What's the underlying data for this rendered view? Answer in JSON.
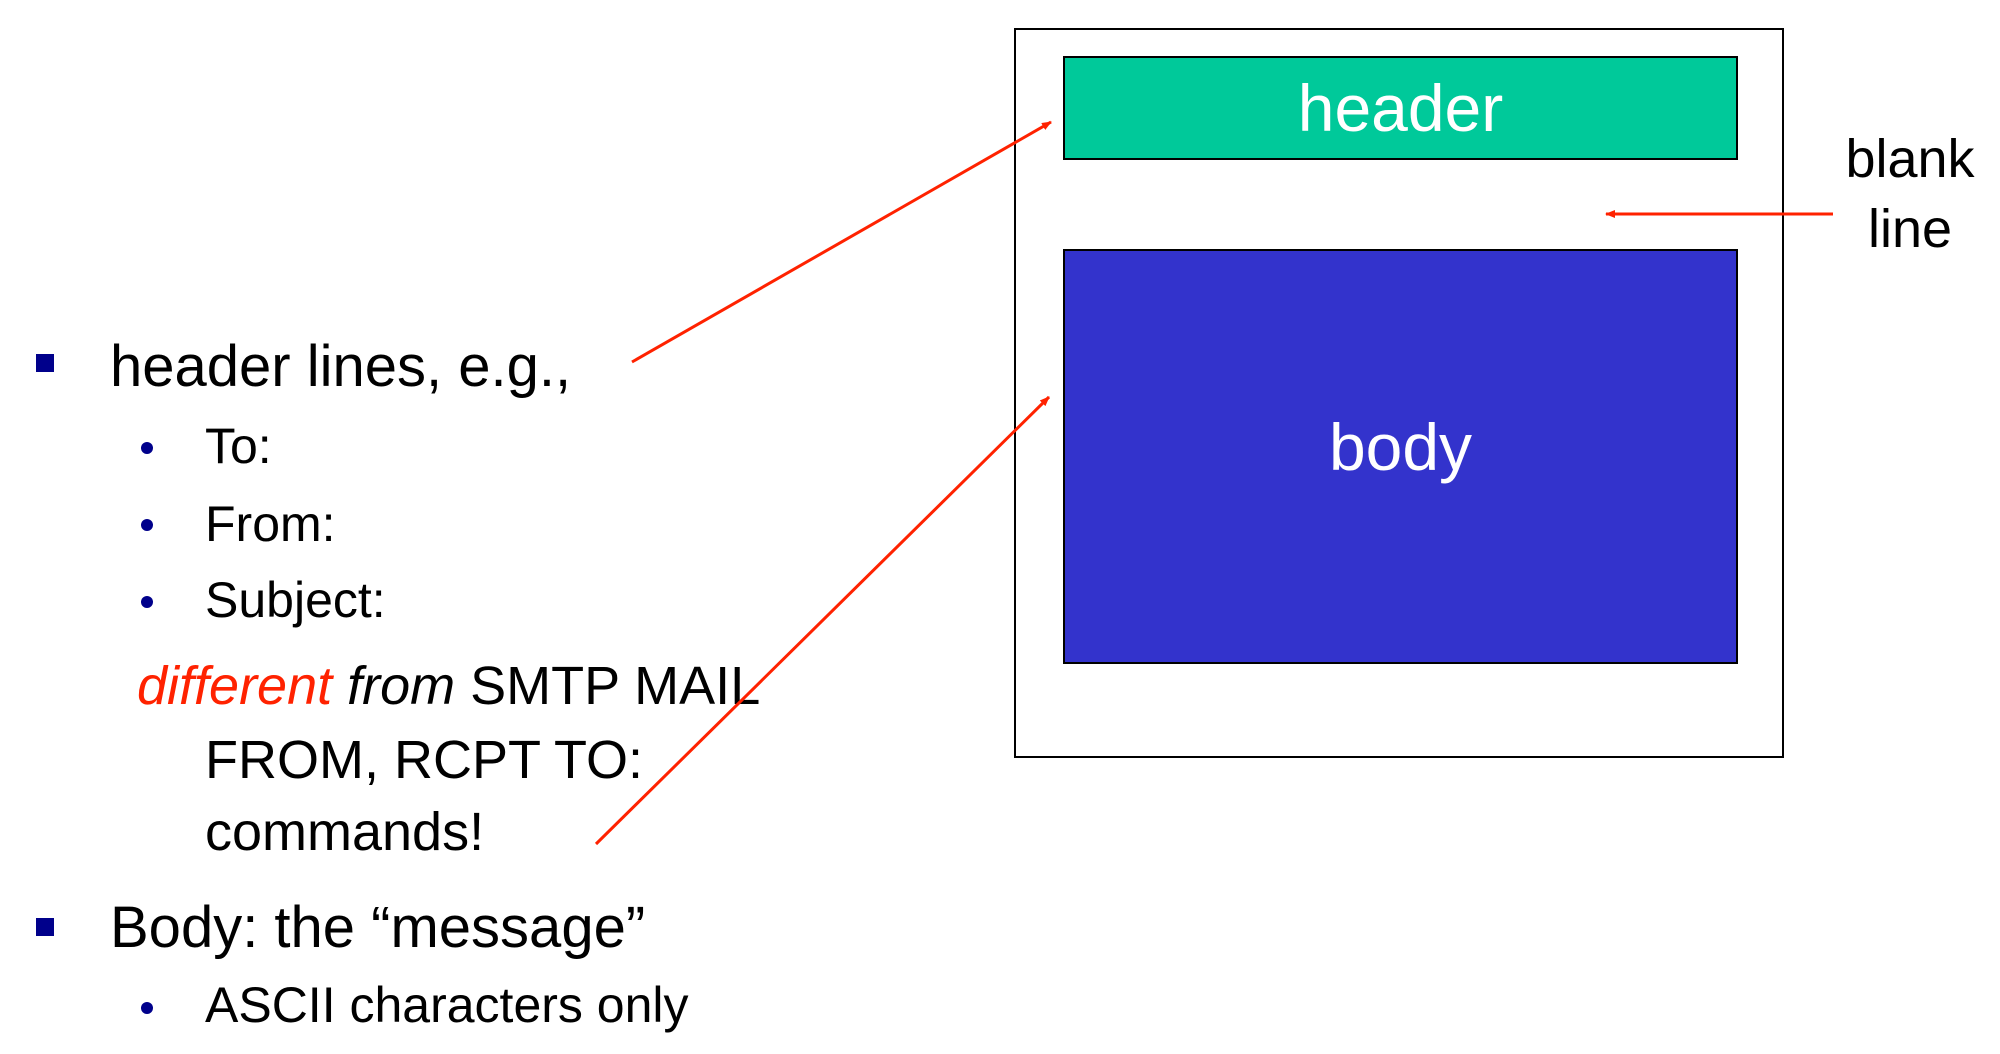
{
  "bullets": {
    "header_lines": "header lines, e.g.,",
    "sub": [
      "To:",
      "From:",
      "Subject:"
    ],
    "note_red": "different",
    "note_italic": "from",
    "note_rest1": "SMTP MAIL",
    "note_line2": "FROM, RCPT TO:",
    "note_line3": "commands!",
    "body": "Body: the “message”",
    "body_sub": "ASCII characters only"
  },
  "diagram": {
    "header_label": "header",
    "body_label": "body",
    "blank_line_label": [
      "blank",
      "line"
    ]
  },
  "colors": {
    "header": "#00C99A",
    "body": "#3333CC",
    "arrow": "#FF2200",
    "bullet": "#00008B"
  }
}
